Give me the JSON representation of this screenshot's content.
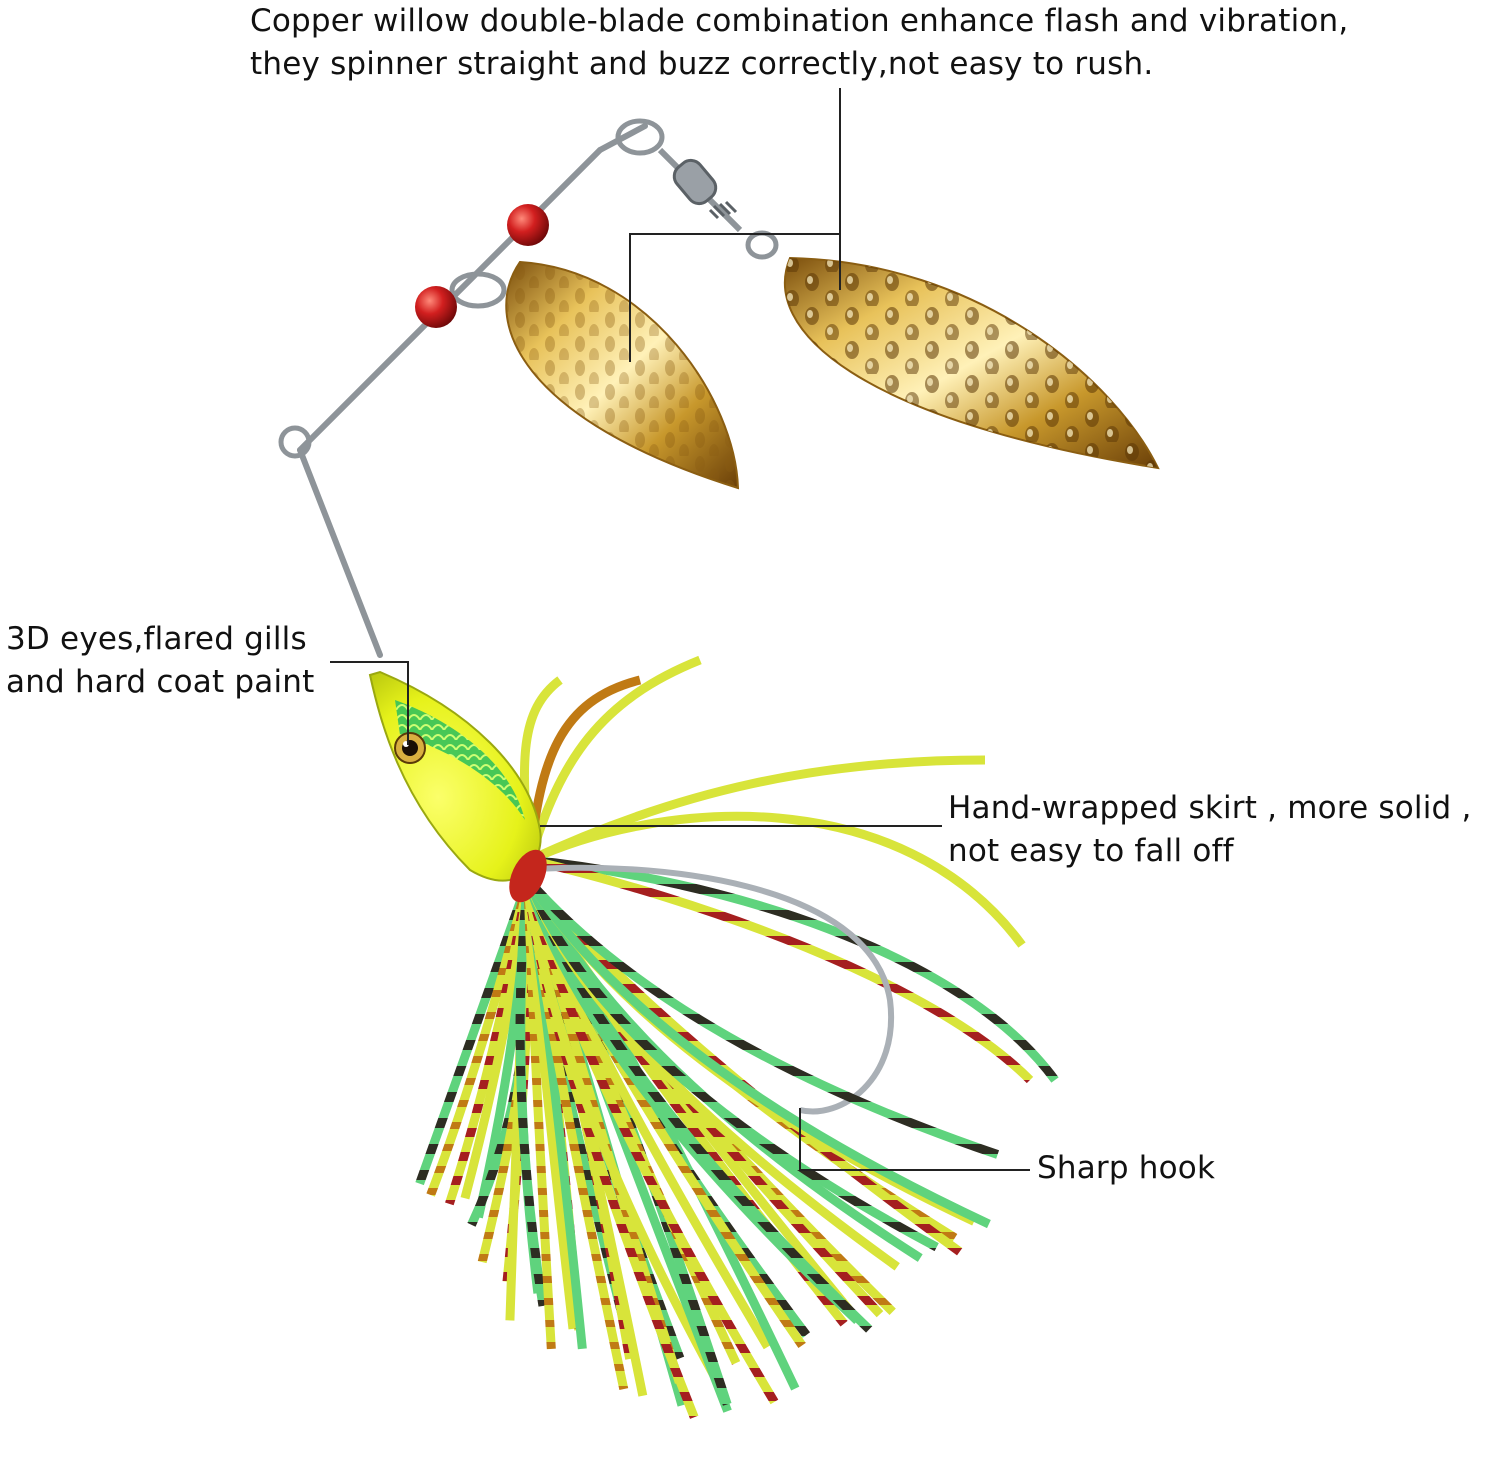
{
  "callouts": {
    "blades": {
      "line1": "Copper willow double-blade combination enhance flash and vibration,",
      "line2": "they spinner straight and buzz correctly,not easy to rush."
    },
    "eyes": {
      "line1": "3D eyes,flared gills",
      "line2": "and hard coat paint"
    },
    "skirt": {
      "line1": "Hand-wrapped skirt , more solid ,",
      "line2": "not easy to fall off"
    },
    "hook": {
      "line1": "Sharp hook"
    }
  },
  "colors": {
    "text": "#111111",
    "leader_line": "#222222",
    "wire": "#8e9499",
    "bead": "#d21f1f",
    "blade_gold": "#c8982c",
    "head_yellow": "#e6f21a",
    "skirt_green": "#5fd37d",
    "skirt_yellow": "#d8e43a",
    "skirt_orange": "#d79a1c",
    "skirt_red": "#a51f1f",
    "skirt_stripe": "#2d2d22"
  }
}
